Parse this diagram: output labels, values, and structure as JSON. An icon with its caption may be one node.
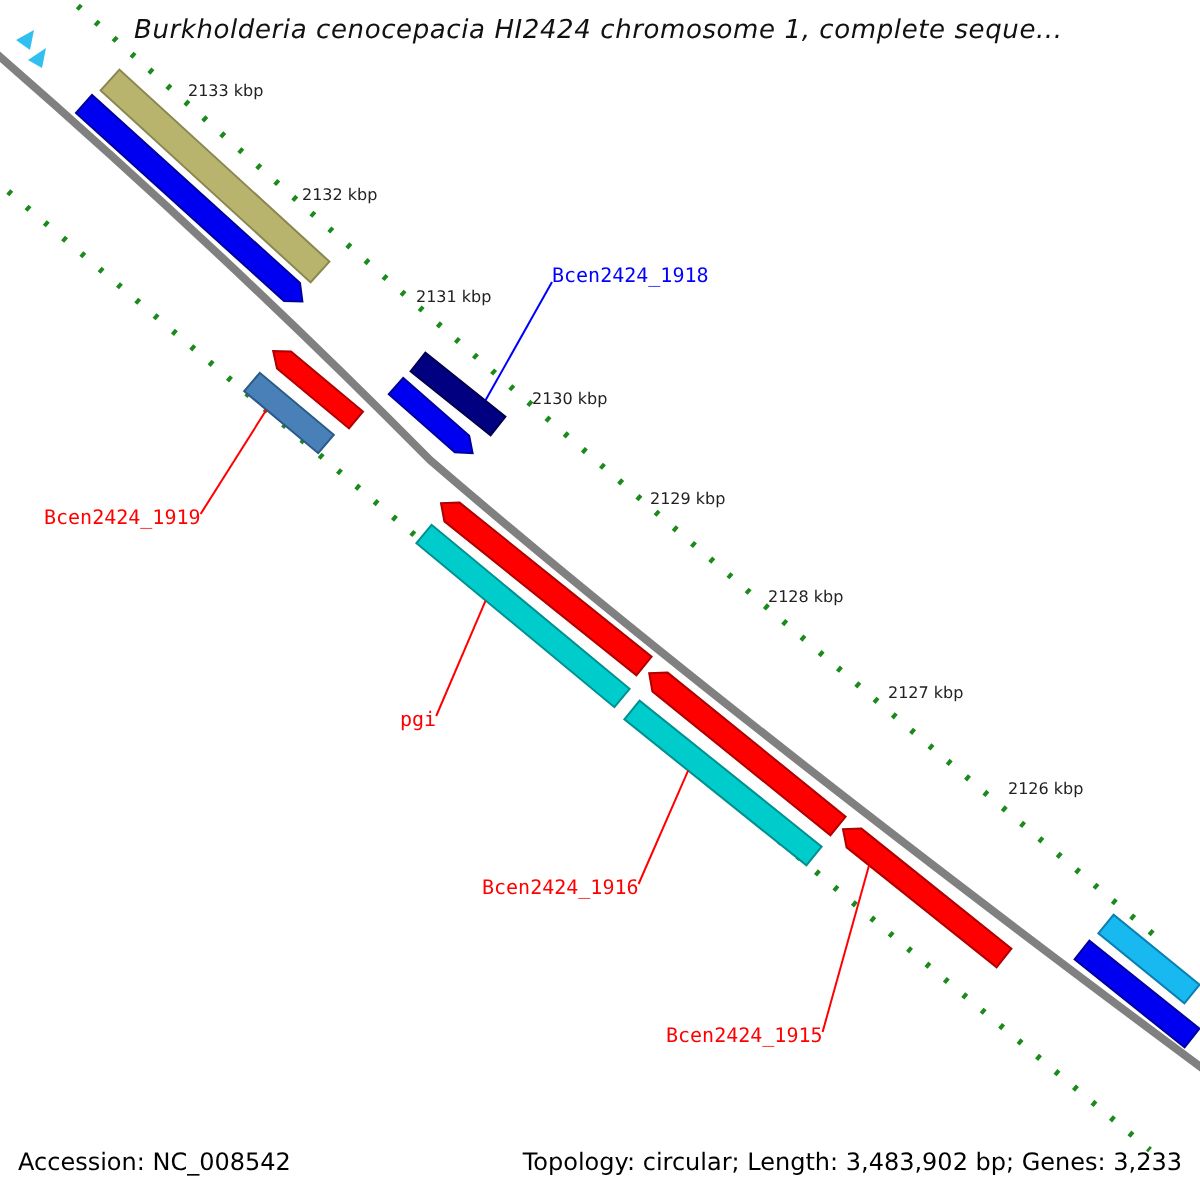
{
  "diagram": {
    "title": "Burkholderia cenocepacia HI2424 chromosome 1, complete seque...",
    "nodes": [
      {
        "text": [
          "Bcen2424_1918"
        ]
      },
      {
        "text": [],
        "shape": "bar"
      },
      {
        "text": [],
        "shape": "bar"
      },
      {
        "text": [
          "Bcen2424_1919"
        ]
      },
      {
        "text": [],
        "shape": "bar"
      },
      {
        "text": [
          "pgi"
        ]
      },
      {
        "text": [],
        "shape": "bar"
      },
      {
        "text": [
          "Bcen2424_1916"
        ]
      },
      {
        "text": [],
        "shape": "arrow"
      },
      {
        "text": [
          "Bcen2424_1915"
        ]
      },
      {
        "text": [],
        "shape": "bar"
      },
      {
        "text": [],
        "shape": "arrow"
      },
      {
        "text": [],
        "shape": "arrow"
      },
      {
        "text": [],
        "shape": "arrow"
      },
      {
        "text": [],
        "shape": "arrow"
      },
      {
        "text": [],
        "shape": "arrow"
      },
      {
        "text": [],
        "shape": "bar"
      },
      {
        "text": [],
        "shape": "bar"
      }
    ],
    "edges": [
      {
        "from": 0,
        "to": 1,
        "arrow": "none",
        "color": "#0000ff"
      },
      {
        "from": 3,
        "to": 2,
        "arrow": "none"
      },
      {
        "from": 5,
        "to": 4,
        "arrow": "none"
      },
      {
        "from": 7,
        "to": 6,
        "arrow": "none"
      },
      {
        "from": 9,
        "to": 8,
        "arrow": "none"
      }
    ],
    "labels": [
      "2133 kbp",
      "2132 kbp",
      "2131 kbp",
      "2130 kbp",
      "2129 kbp",
      "2128 kbp",
      "2127 kbp",
      "2126 kbp",
      "Accession: NC_008542",
      "Topology: circular; Length: 3,483,902 bp; Genes: 3,233"
    ]
  }
}
